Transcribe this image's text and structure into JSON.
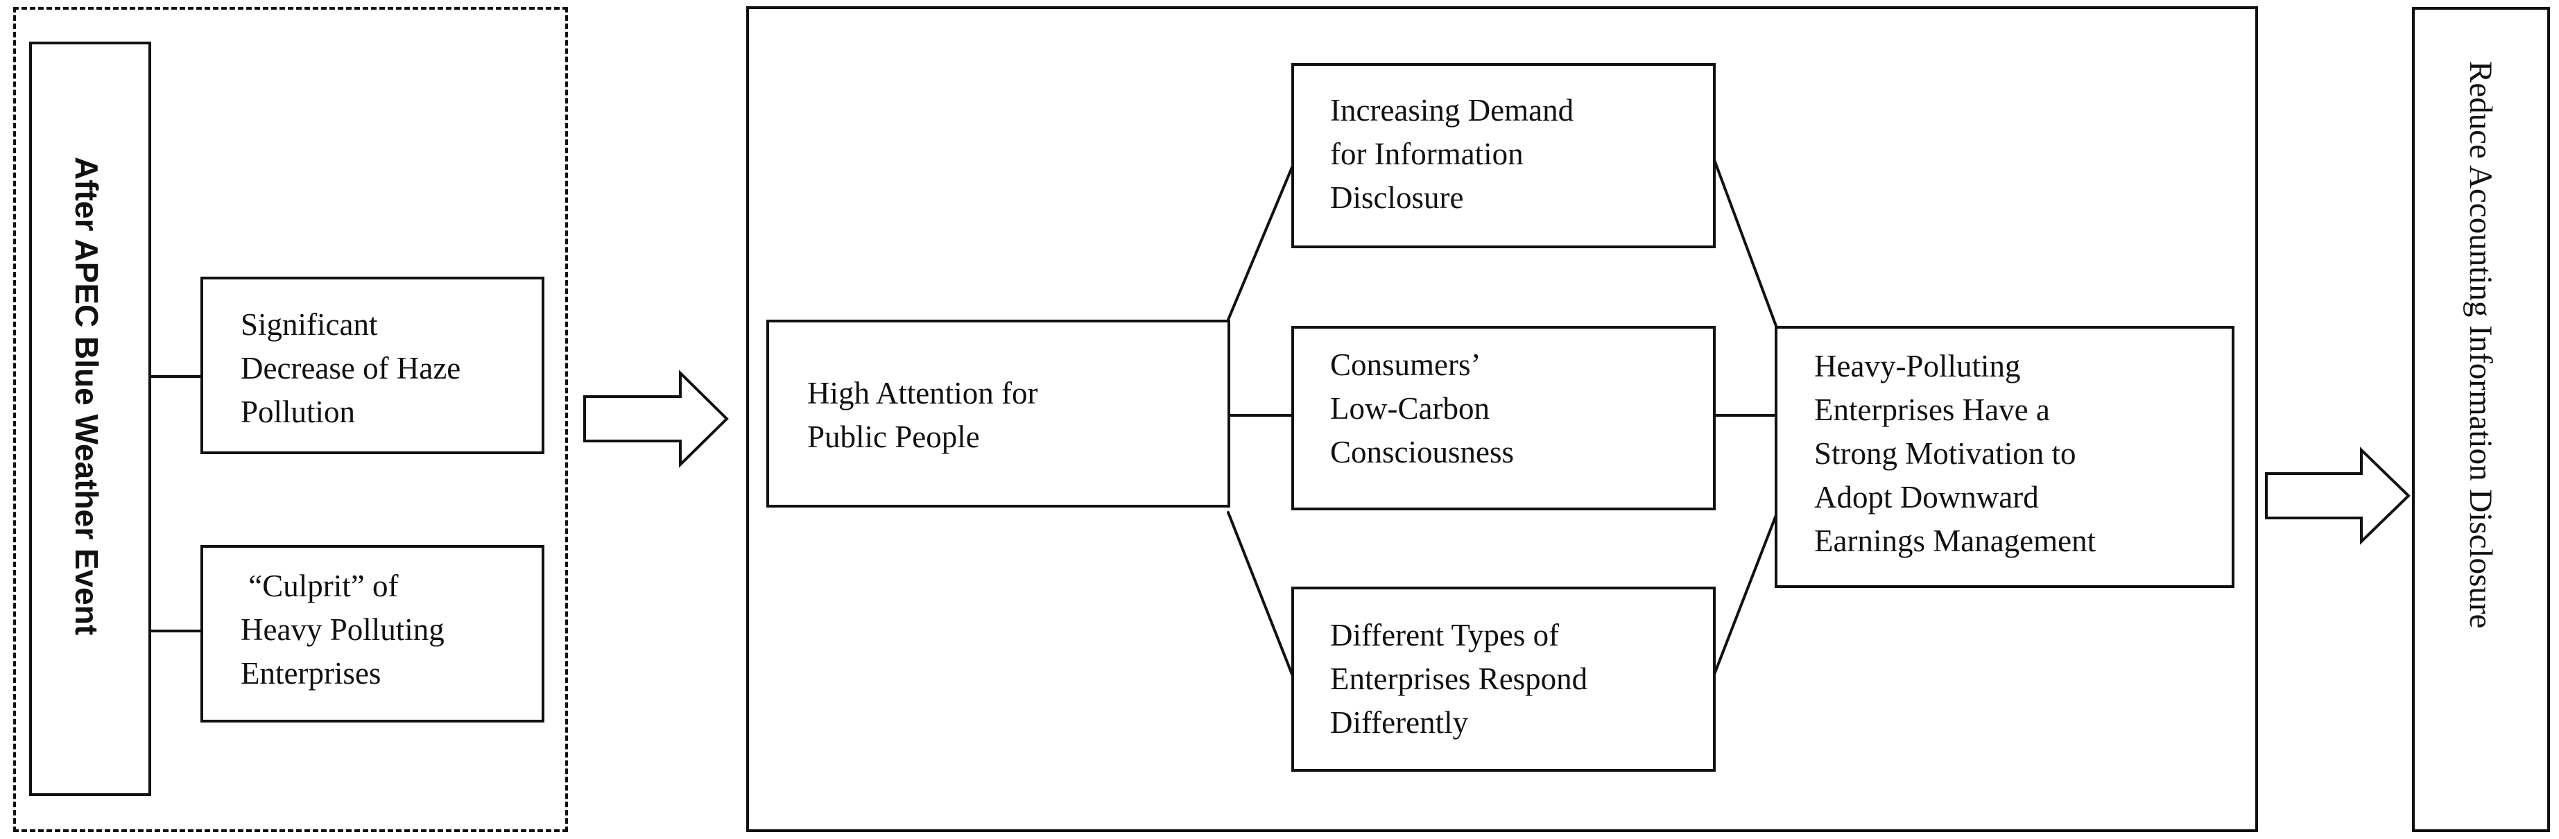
{
  "event": {
    "title": "After APEC Blue Weather Event",
    "factors": [
      "Significant\nDecrease of Haze\nPollution",
      " “Culprit” of\nHeavy Polluting\nEnterprises"
    ]
  },
  "mechanism": {
    "attention": "High Attention for\nPublic People",
    "channels": [
      "Increasing Demand\nfor Information\nDisclosure",
      "Consumers’\nLow-Carbon\nConsciousness",
      "Different Types of\nEnterprises Respond\nDifferently"
    ],
    "motivation": "Heavy-Polluting\nEnterprises Have a\nStrong Motivation to\nAdopt Downward\nEarnings Management"
  },
  "outcome": {
    "label": "Reduce Accounting Information Disclosure"
  }
}
